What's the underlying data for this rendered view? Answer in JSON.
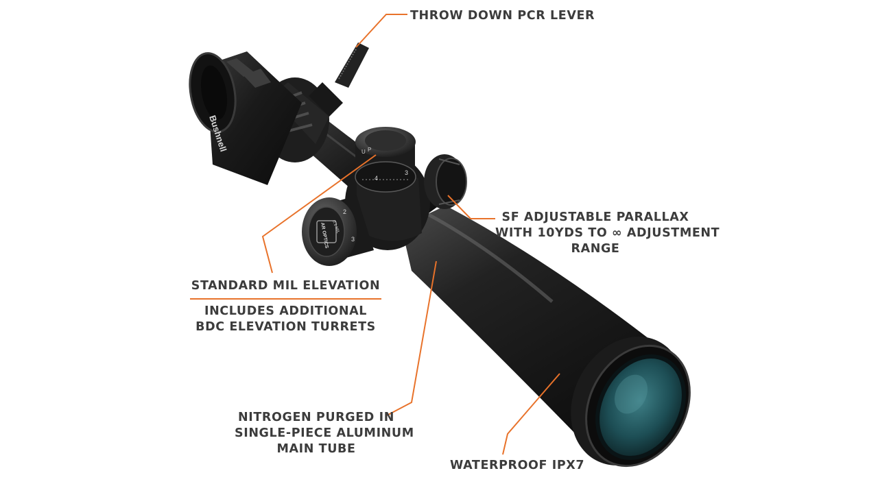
{
  "brand": {
    "logo_text": "Bushnell",
    "badge_text": "AR OPTICS",
    "turret_marks": [
      "U",
      "P",
      "4",
      "3",
      "2",
      "3",
      "0.1 MIL"
    ]
  },
  "callouts": {
    "pcr_lever": "THROW DOWN PCR LEVER",
    "parallax": {
      "line1": "SF ADJUSTABLE PARALLAX",
      "line2": "WITH 10YDS TO ∞ ADJUSTMENT",
      "line3": "RANGE"
    },
    "elevation": {
      "title": "STANDARD MIL ELEVATION",
      "line1": "INCLUDES ADDITIONAL",
      "line2": "BDC ELEVATION TURRETS"
    },
    "main_tube": {
      "line1": "NITROGEN PURGED IN",
      "line2": "SINGLE-PIECE ALUMINUM",
      "line3": "MAIN TUBE"
    },
    "waterproof": "WATERPROOF IPX7"
  },
  "colors": {
    "leader": "#e8722a",
    "text": "#3c3c3c",
    "scope_dark": "#151515",
    "scope_mid": "#2b2b2b",
    "scope_highlight": "#5a5a5a",
    "lens": "#1f5a63"
  }
}
